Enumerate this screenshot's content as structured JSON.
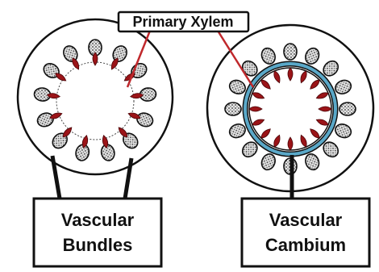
{
  "title_label": "Primary Xylem",
  "left_label": {
    "line1": "Vascular",
    "line2": "Bundles"
  },
  "right_label": {
    "line1": "Vascular",
    "line2": "Cambium"
  },
  "colors": {
    "xylem": "#9b1418",
    "leader": "#c0282c",
    "cambium": "#5aa8c8",
    "outline": "#111111",
    "phloem_fill": "#d8d8d8"
  },
  "stems": [
    {
      "name": "left-stem",
      "bundle_count": 13,
      "has_cambium_ring": false
    },
    {
      "name": "right-stem",
      "bundle_count": 16,
      "has_cambium_ring": true
    }
  ]
}
